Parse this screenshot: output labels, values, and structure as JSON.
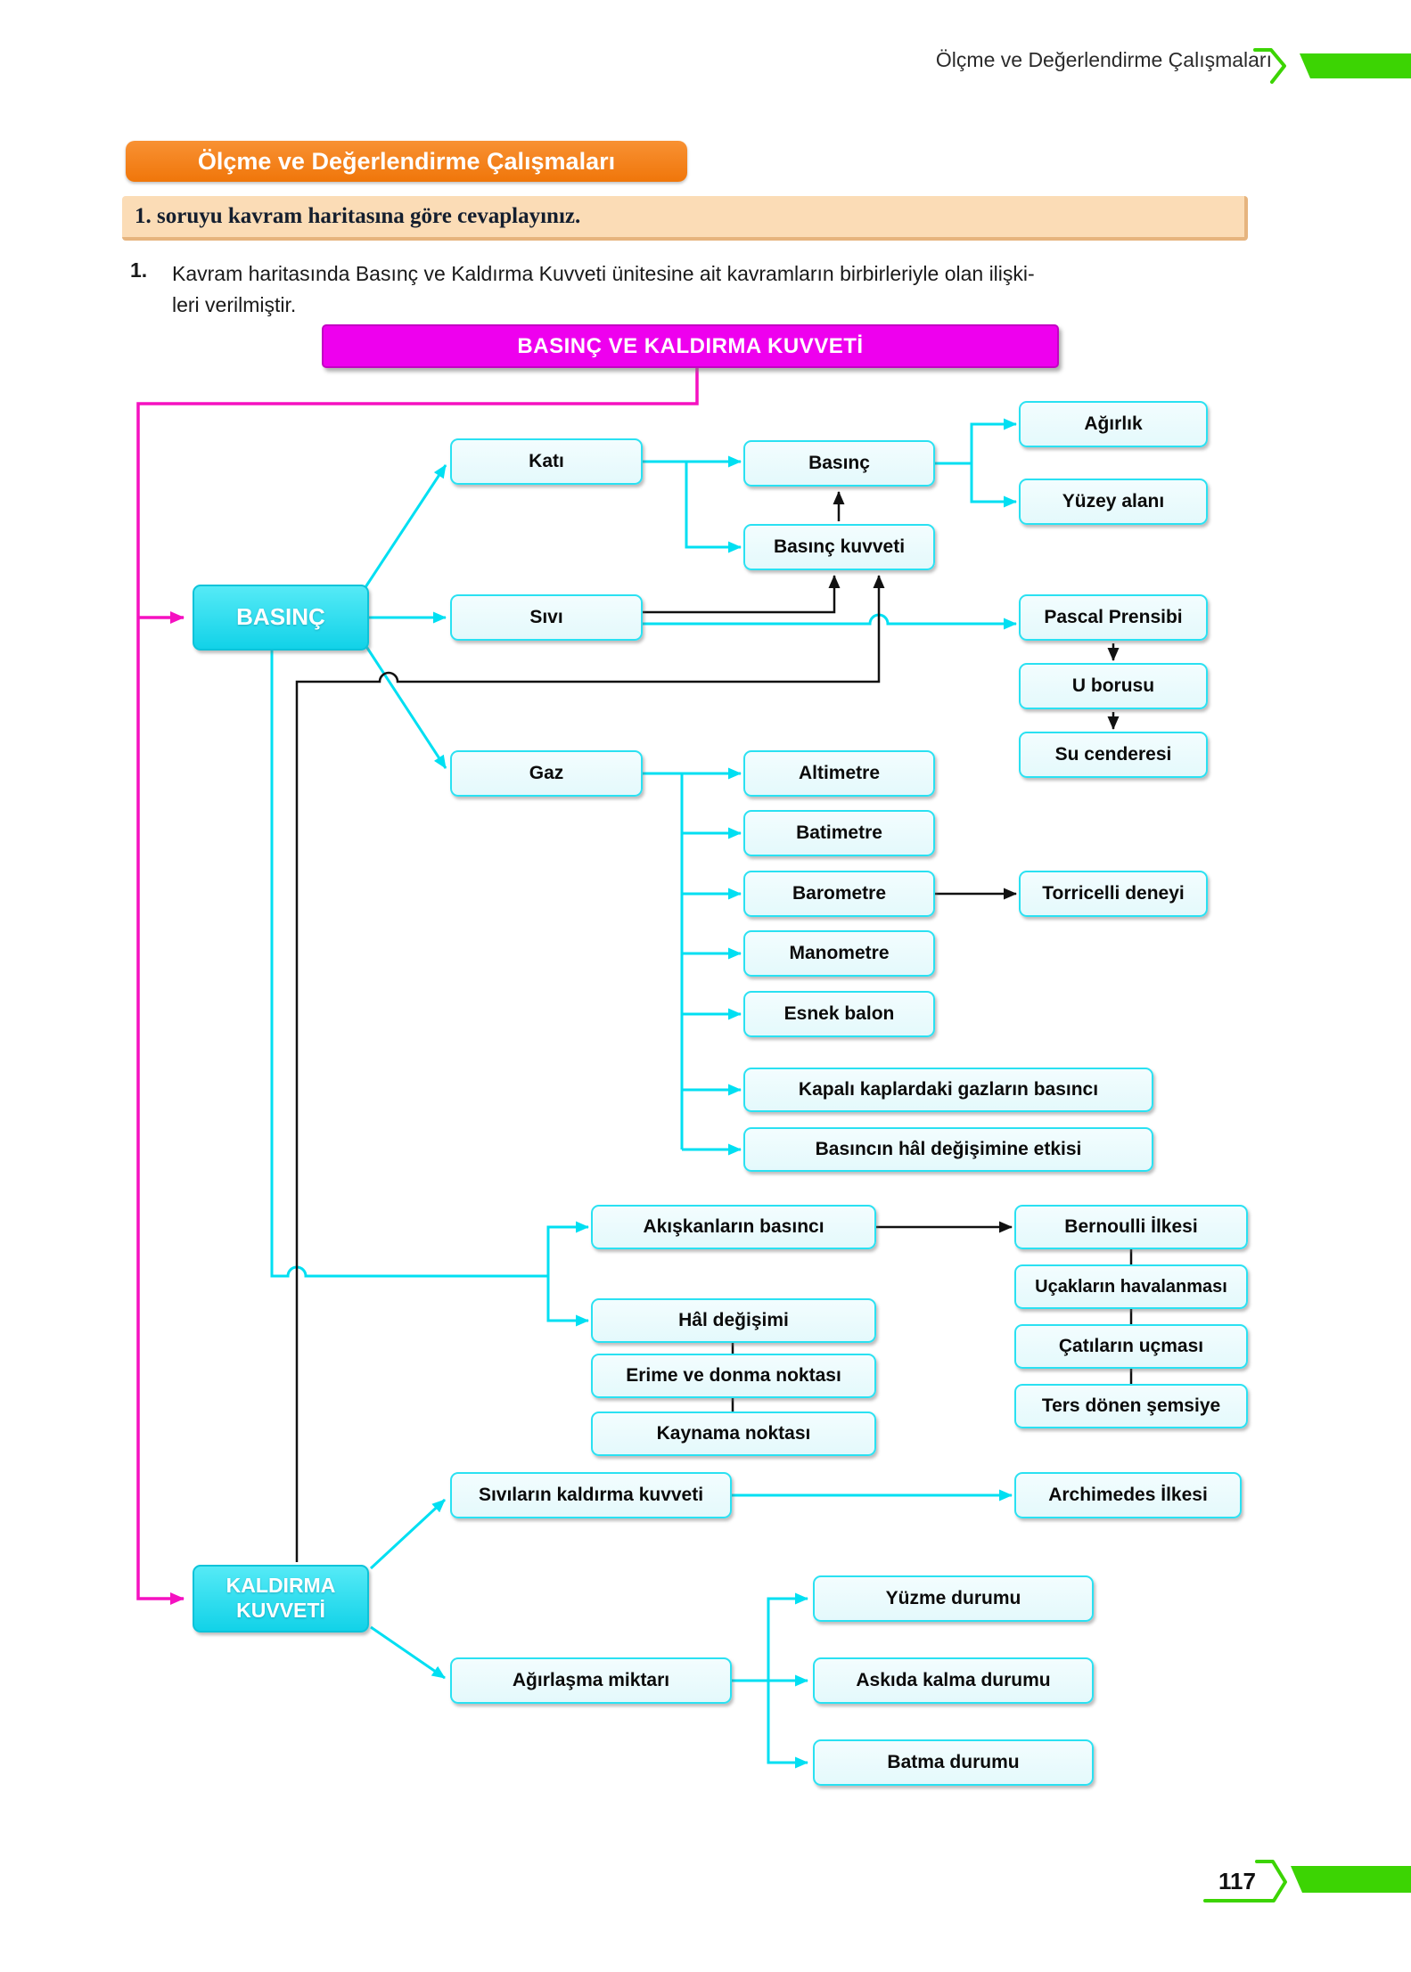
{
  "page": {
    "running_header": "Ölçme ve Değerlendirme Çalışmaları",
    "section_title": "Ölçme ve Değerlendirme Çalışmaları",
    "instruction": "1. soruyu kavram haritasına göre cevaplayınız.",
    "question_number": "1.",
    "question_line1": "Kavram haritasında Basınç ve Kaldırma Kuvveti ünitesine ait kavramların birbirleriyle olan ilişki-",
    "question_line2": "leri verilmiştir.",
    "page_number": "117"
  },
  "colors": {
    "accent_orange": "#F6821F",
    "banner_peach": "#FBDCB6",
    "magenta_fill": "#EE00EE",
    "magenta_line": "#F511C1",
    "cyan_line": "#00DFF2",
    "cyan_node_fill": "#26DFF0",
    "node_fill": "#EAFBFE",
    "green_accent": "#3CD403",
    "black_line": "#111111"
  },
  "map": {
    "root": "BASINÇ VE KALDIRMA KUVVETİ",
    "nodes": {
      "basinc_main": "BASINÇ",
      "kaldirma_line1": "KALDIRMA",
      "kaldirma_line2": "KUVVETİ",
      "kati": "Katı",
      "sivi": "Sıvı",
      "gaz": "Gaz",
      "basinc": "Basınç",
      "basinc_kuvveti": "Basınç kuvveti",
      "agirlik": "Ağırlık",
      "yuzey_alani": "Yüzey alanı",
      "pascal": "Pascal Prensibi",
      "u_borusu": "U borusu",
      "su_cenderesi": "Su cenderesi",
      "altimetre": "Altimetre",
      "batimetre": "Batimetre",
      "barometre": "Barometre",
      "manometre": "Manometre",
      "esnek_balon": "Esnek balon",
      "kapali_kaplar": "Kapalı kaplardaki gazların basıncı",
      "hal_etkisi": "Basıncın hâl değişimine etkisi",
      "torricelli": "Torricelli deneyi",
      "akiskanlar": "Akışkanların basıncı",
      "bernoulli": "Bernoulli İlkesi",
      "ucaklar": "Uçakların havalanması",
      "catilar": "Çatıların uçması",
      "semsiye": "Ters dönen şemsiye",
      "hal_degisimi": "Hâl değişimi",
      "erime": "Erime ve donma noktası",
      "kaynama": "Kaynama noktası",
      "sivilarin": "Sıvıların kaldırma kuvveti",
      "archimedes": "Archimedes İlkesi",
      "yuzme": "Yüzme durumu",
      "agirlasma": "Ağırlaşma miktarı",
      "askida": "Askıda kalma durumu",
      "batma": "Batma durumu"
    }
  }
}
